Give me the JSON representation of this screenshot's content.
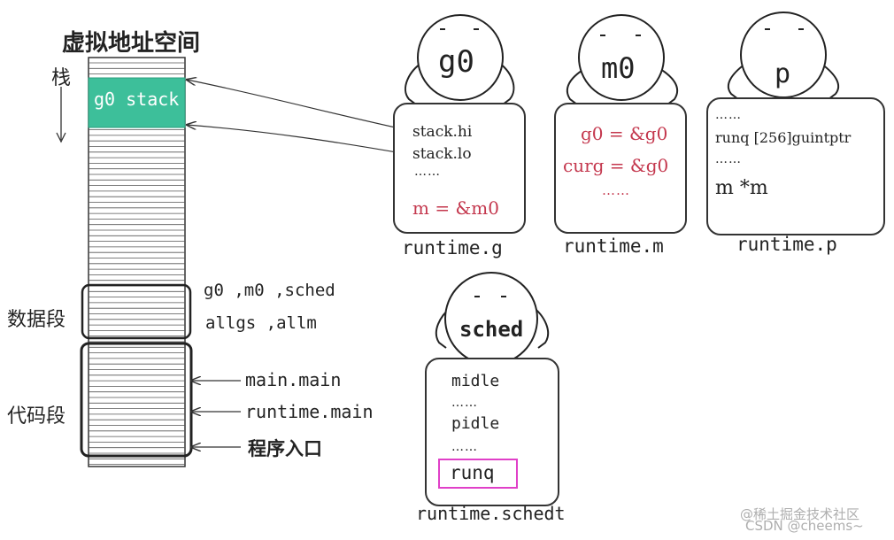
{
  "memory": {
    "title": "虚拟地址空间",
    "stack_label": "栈",
    "g0_stack": "g0 stack",
    "data_segment_label": "数据段",
    "code_segment_label": "代码段",
    "data_line1": "g0 ,m0 ,sched",
    "data_line2": "allgs ,allm",
    "code_entries": [
      "main.main",
      "runtime.main",
      "程序入口"
    ]
  },
  "structs": {
    "g": {
      "head": "g0",
      "caption": "runtime.g",
      "fields": [
        "stack.hi",
        "stack.lo",
        "……",
        "m = &m0"
      ]
    },
    "m": {
      "head": "m0",
      "caption": "runtime.m",
      "fields": [
        "g0 = &g0",
        "curg = &g0",
        "……"
      ]
    },
    "p": {
      "head": "p",
      "caption": "runtime.p",
      "fields": [
        "……",
        "runq [256]guintptr",
        "……",
        "m *m"
      ]
    },
    "sched": {
      "head": "sched",
      "caption": "runtime.schedt",
      "fields": [
        "midle",
        "……",
        "pidle",
        "……",
        "runq"
      ]
    }
  },
  "watermark": {
    "line1": "@稀土掘金技术社区",
    "line2": "CSDN @cheems~"
  },
  "colors": {
    "stack_fill": "#3dbf9a",
    "field_red": "#c4384e",
    "highlight_border": "#e040c8",
    "line": "#333333"
  }
}
